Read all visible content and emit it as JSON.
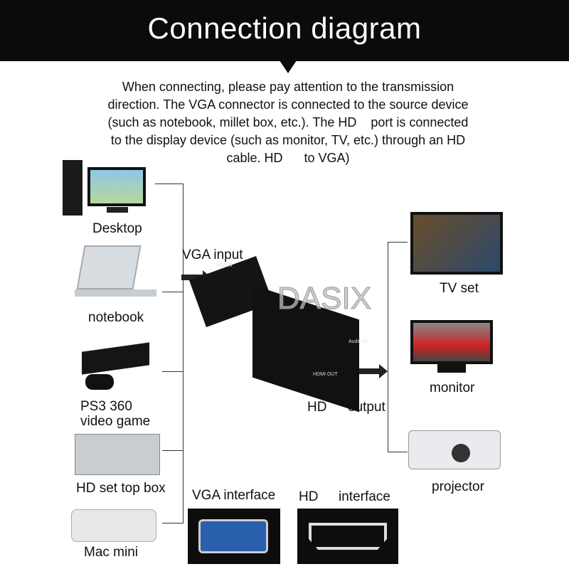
{
  "header": {
    "title": "Connection diagram"
  },
  "description": [
    "When connecting, please pay attention to the transmission",
    "direction. The VGA connector is connected to the source device",
    "(such as notebook, millet box, etc.). The HD    port is connected",
    "to the display device (such as monitor, TV, etc.) through an HD",
    "cable. HD      to VGA)"
  ],
  "sources": [
    "Desktop",
    "notebook",
    "PS3 360",
    "video game",
    "HD set top box",
    "Mac mini"
  ],
  "adapter": {
    "input_label": "VGA input",
    "output_label_a": "HD",
    "output_label_b": "output",
    "port_vga": "VGA IN",
    "port_hdmi": "HDMI OUT",
    "port_audio": "Audio IN",
    "watermark": "DASIX"
  },
  "displays": [
    "TV set",
    "monitor",
    "projector"
  ],
  "interfaces": {
    "vga": "VGA interface",
    "hdmi_a": "HD",
    "hdmi_b": "interface"
  }
}
